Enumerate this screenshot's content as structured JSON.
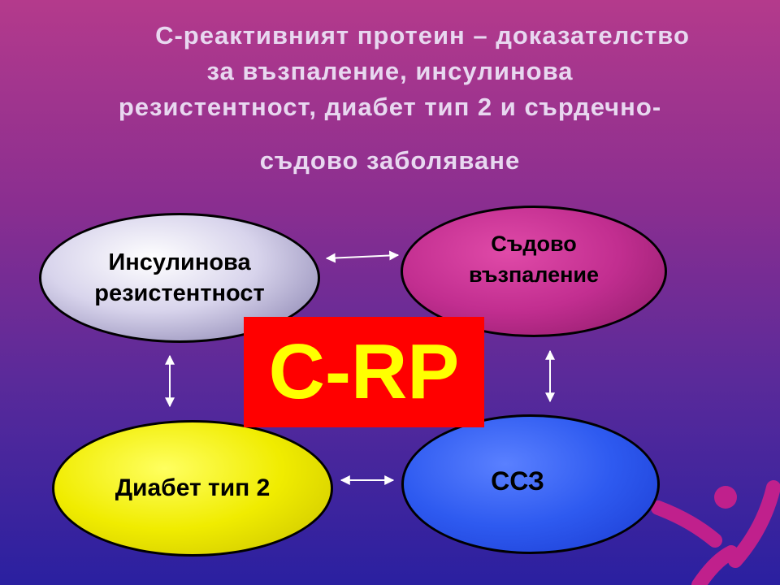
{
  "title": {
    "line1": "С-реактивният протеин – доказателство",
    "line2": "за възпаление, инсулинова",
    "line3": "резистентност, диабет тип 2 и сърдечно-",
    "line4": "съдово заболяване"
  },
  "nodes": {
    "insulin_resistance": {
      "line1": "Инсулинова",
      "line2": "резистентност"
    },
    "vascular_inflammation": {
      "line1": "Съдово",
      "line2": "възпаление"
    },
    "diabetes": {
      "label": "Диабет тип 2"
    },
    "cvd": {
      "label": "ССЗ"
    }
  },
  "center": {
    "label": "C-RP"
  },
  "colors": {
    "insulin_resistance": "#d8d4ec",
    "vascular_inflammation": "#c22e90",
    "diabetes": "#f0ec00",
    "cvd": "#2e5af0",
    "center_bg": "#ff0000",
    "center_text": "#ffff00",
    "logo": "#c0208c"
  }
}
